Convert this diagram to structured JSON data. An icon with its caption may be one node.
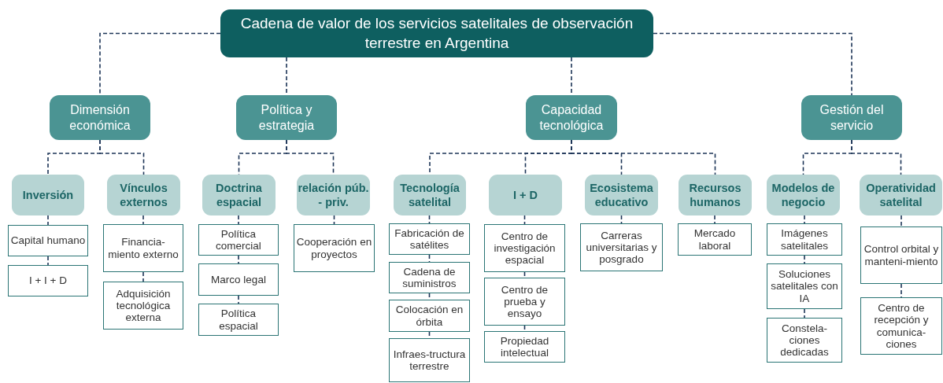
{
  "diagram": {
    "nodes": [
      {
        "text": [
          "Cadena de valor de los servicios satelitales de observación terrestre en Argentina"
        ]
      },
      {
        "text": [
          "Dimensión económica"
        ]
      },
      {
        "text": [
          "Política y estrategia"
        ]
      },
      {
        "text": [
          "Capacidad tecnológica"
        ]
      },
      {
        "text": [
          "Gestión del servicio"
        ]
      },
      {
        "text": [
          "Inversión"
        ]
      },
      {
        "text": [
          "Capital humano"
        ]
      },
      {
        "text": [
          "I + I + D"
        ]
      },
      {
        "text": [
          "Vínculos externos"
        ]
      },
      {
        "text": [
          "Financia-miento externo"
        ]
      },
      {
        "text": [
          "Adquisición tecnológica externa"
        ]
      },
      {
        "text": [
          "Doctrina espacial"
        ]
      },
      {
        "text": [
          "Política comercial"
        ]
      },
      {
        "text": [
          "Marco legal"
        ]
      },
      {
        "text": [
          "Política espacial"
        ]
      },
      {
        "text": [
          "relación púb. - priv."
        ]
      },
      {
        "text": [
          "Cooperación en proyectos"
        ]
      },
      {
        "text": [
          "Tecnología satelital"
        ]
      },
      {
        "text": [
          "Fabricación de satélites"
        ]
      },
      {
        "text": [
          "Cadena de suministros"
        ]
      },
      {
        "text": [
          "Colocación en órbita"
        ]
      },
      {
        "text": [
          "Infraes-tructura terrestre"
        ]
      },
      {
        "text": [
          "I + D"
        ]
      },
      {
        "text": [
          "Centro de investigación espacial"
        ]
      },
      {
        "text": [
          "Centro de prueba y ensayo"
        ]
      },
      {
        "text": [
          "Propiedad intelectual"
        ]
      },
      {
        "text": [
          "Ecosistema educativo"
        ]
      },
      {
        "text": [
          "Carreras universitarias y posgrado"
        ]
      },
      {
        "text": [
          "Recursos humanos"
        ]
      },
      {
        "text": [
          "Mercado laboral"
        ]
      },
      {
        "text": [
          "Modelos de negocio"
        ]
      },
      {
        "text": [
          "Imágenes satelitales"
        ]
      },
      {
        "text": [
          "Soluciones satelitales con IA"
        ]
      },
      {
        "text": [
          "Constela-ciones dedicadas"
        ]
      },
      {
        "text": [
          "Operatividad satelital"
        ]
      },
      {
        "text": [
          "Control orbital y manteni-miento"
        ]
      },
      {
        "text": [
          "Centro de recepción y comunica-ciones"
        ]
      }
    ],
    "edges": [
      {
        "from": 0,
        "to": 1,
        "arrow": "none"
      },
      {
        "from": 0,
        "to": 2,
        "arrow": "none"
      },
      {
        "from": 0,
        "to": 3,
        "arrow": "none"
      },
      {
        "from": 0,
        "to": 4,
        "arrow": "none"
      },
      {
        "from": 1,
        "to": 5,
        "arrow": "none"
      },
      {
        "from": 1,
        "to": 8,
        "arrow": "none"
      },
      {
        "from": 2,
        "to": 11,
        "arrow": "none"
      },
      {
        "from": 2,
        "to": 15,
        "arrow": "none"
      },
      {
        "from": 3,
        "to": 17,
        "arrow": "none"
      },
      {
        "from": 3,
        "to": 22,
        "arrow": "none"
      },
      {
        "from": 3,
        "to": 26,
        "arrow": "none"
      },
      {
        "from": 3,
        "to": 28,
        "arrow": "none"
      },
      {
        "from": 4,
        "to": 30,
        "arrow": "none"
      },
      {
        "from": 4,
        "to": 34,
        "arrow": "none"
      },
      {
        "from": 5,
        "to": 6,
        "arrow": "none"
      },
      {
        "from": 6,
        "to": 7,
        "arrow": "none"
      },
      {
        "from": 8,
        "to": 9,
        "arrow": "none"
      },
      {
        "from": 9,
        "to": 10,
        "arrow": "none"
      },
      {
        "from": 11,
        "to": 12,
        "arrow": "none"
      },
      {
        "from": 12,
        "to": 13,
        "arrow": "none"
      },
      {
        "from": 13,
        "to": 14,
        "arrow": "none"
      },
      {
        "from": 15,
        "to": 16,
        "arrow": "none"
      },
      {
        "from": 17,
        "to": 18,
        "arrow": "none"
      },
      {
        "from": 18,
        "to": 19,
        "arrow": "none"
      },
      {
        "from": 19,
        "to": 20,
        "arrow": "none"
      },
      {
        "from": 20,
        "to": 21,
        "arrow": "none"
      },
      {
        "from": 22,
        "to": 23,
        "arrow": "none"
      },
      {
        "from": 23,
        "to": 24,
        "arrow": "none"
      },
      {
        "from": 24,
        "to": 25,
        "arrow": "none"
      },
      {
        "from": 26,
        "to": 27,
        "arrow": "none"
      },
      {
        "from": 28,
        "to": 29,
        "arrow": "none"
      },
      {
        "from": 30,
        "to": 31,
        "arrow": "none"
      },
      {
        "from": 31,
        "to": 32,
        "arrow": "none"
      },
      {
        "from": 32,
        "to": 33,
        "arrow": "none"
      },
      {
        "from": 34,
        "to": 35,
        "arrow": "none"
      },
      {
        "from": 35,
        "to": 36,
        "arrow": "none"
      }
    ]
  }
}
